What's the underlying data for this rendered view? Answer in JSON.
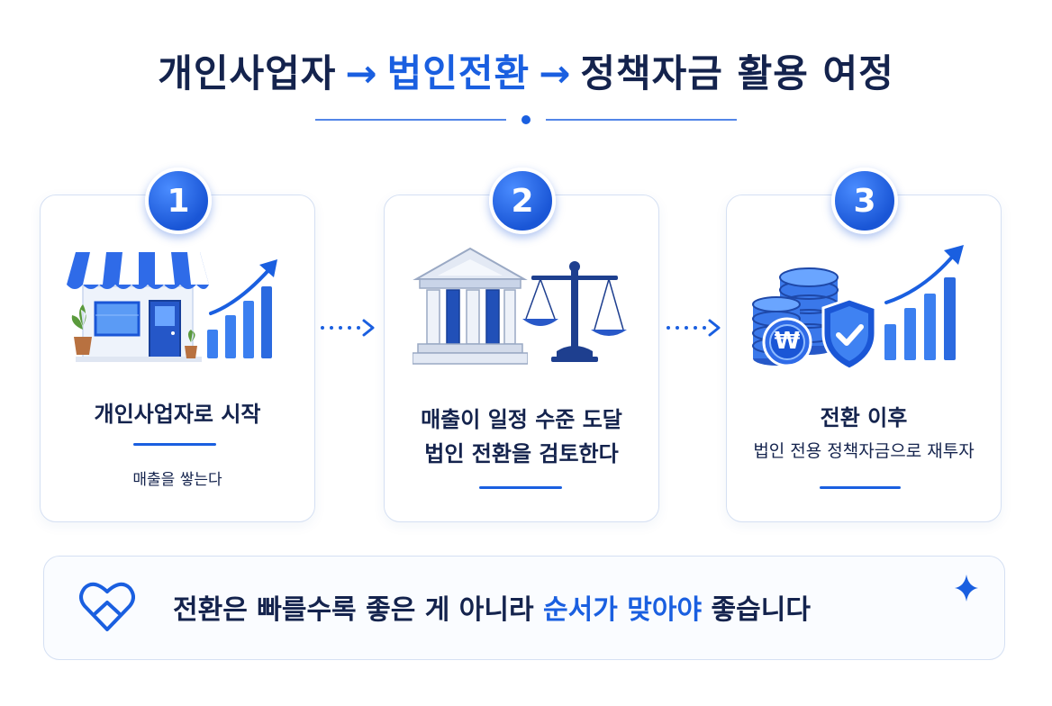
{
  "title": {
    "part1": "개인사업자",
    "arrow1": "→",
    "part2": "법인전환",
    "arrow2": "→",
    "part3": "정책자금 활용 여정"
  },
  "steps": [
    {
      "number": "1",
      "title": "개인사업자로 시작",
      "subtitle": "매출을 쌓는다"
    },
    {
      "number": "2",
      "title_line1": "매출이 일정 수준 도달",
      "title_line2": "법인 전환을 검토한다"
    },
    {
      "number": "3",
      "title": "전환 이후",
      "subtitle": "법인 전용 정책자금으로 재투자",
      "coin_symbol": "₩"
    }
  ],
  "banner": {
    "text_normal": "전환은 빠를수록 좋은 게 아니라 ",
    "text_accent": "순서가 맞아야",
    "text_end": " 좋습니다"
  },
  "colors": {
    "primary": "#1a5fe0",
    "navy": "#14234d",
    "border": "#d5e0f3"
  },
  "icons": [
    "store-icon",
    "growth-chart-icon",
    "bank-building-icon",
    "balance-scale-icon",
    "coin-stack-icon",
    "shield-check-icon",
    "heart-icon",
    "sparkle-icon"
  ]
}
